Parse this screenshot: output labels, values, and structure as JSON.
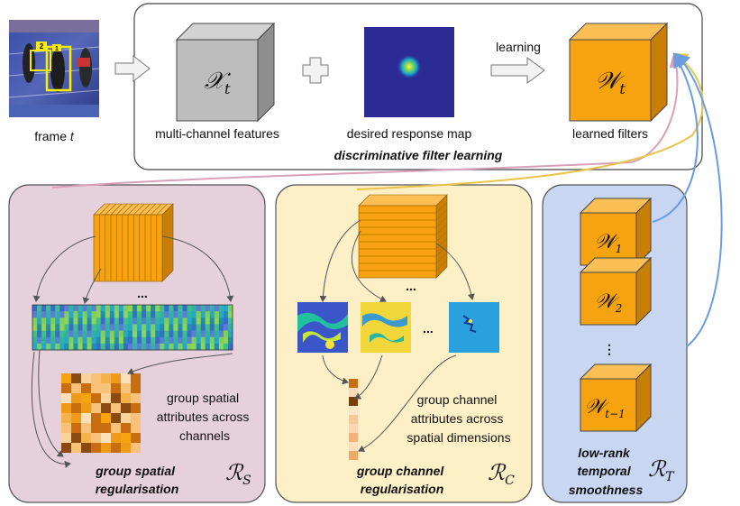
{
  "top": {
    "frame_label_prefix": "frame ",
    "frame_label_var": "t",
    "frame_badges": [
      "2",
      "1"
    ],
    "features_symbol": "𝒳",
    "features_sub": "t",
    "features_label": "multi-channel features",
    "response_label": "desired response map",
    "learning_label": "learning",
    "filters_symbol": "𝒲",
    "filters_sub": "t",
    "filters_label": "learned filters",
    "title": "discriminative filter learning"
  },
  "spatial": {
    "dots": "...",
    "caption_lines": [
      "group spatial",
      "attributes across",
      "channels"
    ],
    "title_lines": [
      "group spatial",
      "regularisation"
    ],
    "symbol": "ℛ",
    "symbol_sub": "S"
  },
  "channel": {
    "dots_top": "...",
    "dots_mid": "...",
    "caption_lines": [
      "group channel",
      "attributes across",
      "spatial dimensions"
    ],
    "title_lines": [
      "group channel",
      "regularisation"
    ],
    "symbol": "ℛ",
    "symbol_sub": "C"
  },
  "temporal": {
    "symbol": "𝒲",
    "subs": [
      "1",
      "2",
      "t−1"
    ],
    "vdots": "⋮",
    "title_lines": [
      "low-rank",
      "temporal",
      "smoothness"
    ],
    "symbol_r": "ℛ",
    "symbol_r_sub": "T"
  },
  "colors": {
    "spatial_bg": "#e6d0dc",
    "channel_bg": "#fdf0c6",
    "temporal_bg": "#c8d6f2",
    "cube_orange": "#f7a20f",
    "cube_grey": "#bdbdbd",
    "arrow_pink": "#d9a0b8",
    "arrow_yellow": "#e9c44a",
    "arrow_blue": "#6a9ce0"
  }
}
